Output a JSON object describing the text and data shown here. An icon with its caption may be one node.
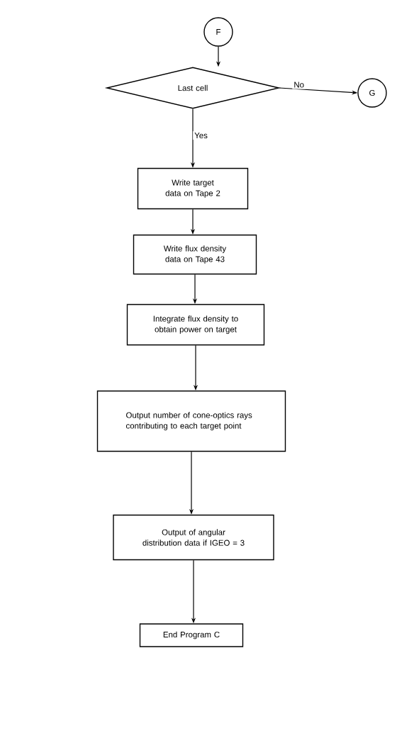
{
  "diagram": {
    "nodes": [
      {
        "text": [
          "F"
        ]
      },
      {
        "text": [
          "Last cell"
        ]
      },
      {
        "text": [
          "G"
        ]
      },
      {
        "text": [
          "Write target data on Tape 2"
        ]
      },
      {
        "text": [
          "Write flux density data on Tape 43"
        ]
      },
      {
        "text": [
          "Integrate flux density to obtain power on target"
        ]
      },
      {
        "text": [
          "Output number of cone-optics rays contributing to each target point"
        ]
      },
      {
        "text": [
          "Output of angular distribution data if IGEO = 3"
        ]
      },
      {
        "text": [
          "End Program C"
        ]
      }
    ],
    "edges": [
      {
        "from": 0,
        "to": 1,
        "arrow": "to"
      },
      {
        "from": 1,
        "to": 2,
        "arrow": "to",
        "label": "No"
      },
      {
        "from": 1,
        "to": 3,
        "arrow": "to",
        "label": "Yes"
      },
      {
        "from": 3,
        "to": 4,
        "arrow": "to"
      },
      {
        "from": 4,
        "to": 5,
        "arrow": "to"
      },
      {
        "from": 5,
        "to": 6,
        "arrow": "to"
      },
      {
        "from": 6,
        "to": 7,
        "arrow": "to"
      },
      {
        "from": 7,
        "to": 8,
        "arrow": "to"
      }
    ]
  }
}
